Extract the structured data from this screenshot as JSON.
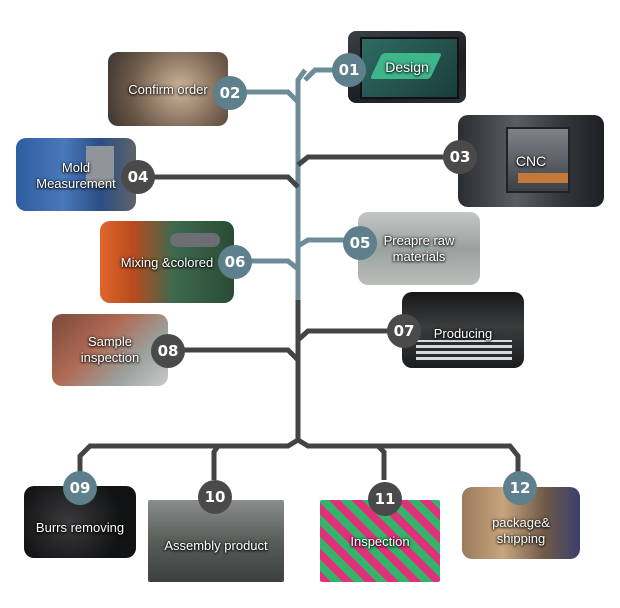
{
  "colors": {
    "line_teal": "#6c8d98",
    "line_dark": "#444444",
    "badge_teal": "#5e7f8c",
    "badge_dark": "#4a4a4a"
  },
  "steps": [
    {
      "number": "01",
      "label": "Design"
    },
    {
      "number": "02",
      "label": "Confirm order"
    },
    {
      "number": "03",
      "label": "CNC"
    },
    {
      "number": "04",
      "label": "Mold\nMeasurement"
    },
    {
      "number": "05",
      "label": "Preapre raw\nmaterials"
    },
    {
      "number": "06",
      "label": "Mixing &colored"
    },
    {
      "number": "07",
      "label": "Producing"
    },
    {
      "number": "08",
      "label": "Sample\ninspection"
    },
    {
      "number": "09",
      "label": "Burrs removing"
    },
    {
      "number": "10",
      "label": "Assembly product"
    },
    {
      "number": "11",
      "label": "Inspection"
    },
    {
      "number": "12",
      "label": "package&\nshipping"
    }
  ]
}
